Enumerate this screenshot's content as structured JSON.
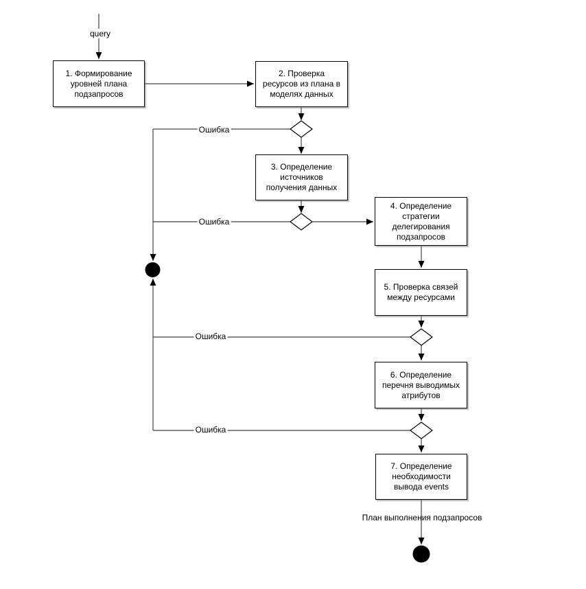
{
  "diagram": {
    "start_edge_label": "query",
    "error_label": "Ошибка",
    "output_edge_label": "План выполнения подзапросов",
    "nodes": [
      {
        "id": "1",
        "label": "1. Формирование\nуровней плана\nподзапросов"
      },
      {
        "id": "2",
        "label": "2. Проверка\nресурсов из плана в\nмоделях данных"
      },
      {
        "id": "3",
        "label": "3. Определение\nисточников\nполучения данных"
      },
      {
        "id": "4",
        "label": "4. Определение\nстратегии\nделегирования\nподзапросов"
      },
      {
        "id": "5",
        "label": "5. Проверка связей\nмежду ресурсами"
      },
      {
        "id": "6",
        "label": "6. Определение\nперечня выводимых\nатрибутов"
      },
      {
        "id": "7",
        "label": "7. Определение\nнеобходимости\nвывода events"
      }
    ],
    "colors": {
      "node_fill": "#ffffff",
      "node_border": "#000000",
      "connector": "#424242",
      "terminal_fill": "#000000"
    }
  }
}
